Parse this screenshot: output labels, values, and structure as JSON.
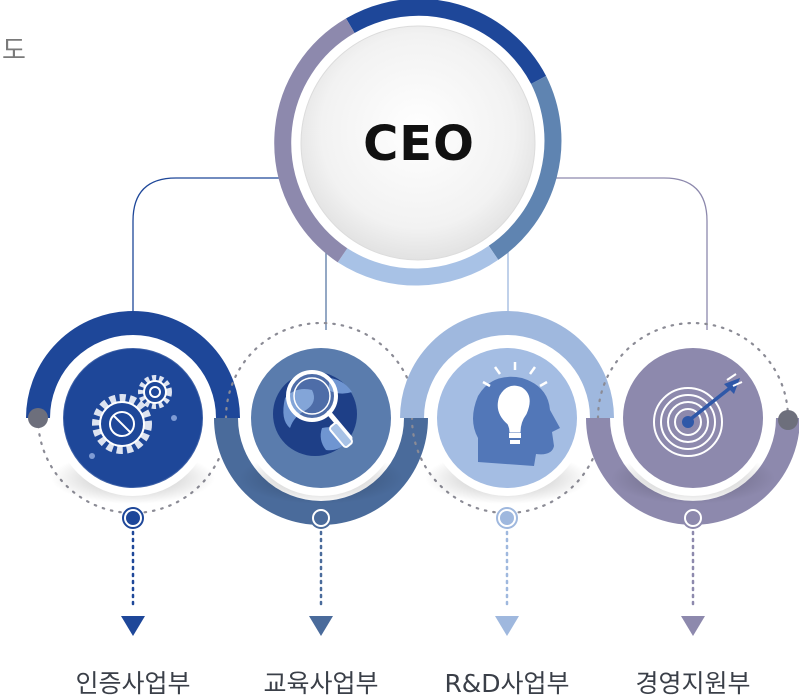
{
  "heading": "도",
  "ceo": {
    "label": "CEO"
  },
  "departments": [
    {
      "label": "인증사업부",
      "icon": "gears-icon",
      "color": "#1e4799"
    },
    {
      "label": "교육사업부",
      "icon": "globe-magnifier-icon",
      "color": "#4a6b9b"
    },
    {
      "label": "R&D사업부",
      "icon": "lightbulb-head-icon",
      "color": "#9fb8de"
    },
    {
      "label": "경영지원부",
      "icon": "target-arrow-icon",
      "color": "#8d89ad"
    }
  ],
  "ring_colors": [
    "#1e4799",
    "#5f84b1",
    "#a8c2e6",
    "#8d89ad"
  ]
}
